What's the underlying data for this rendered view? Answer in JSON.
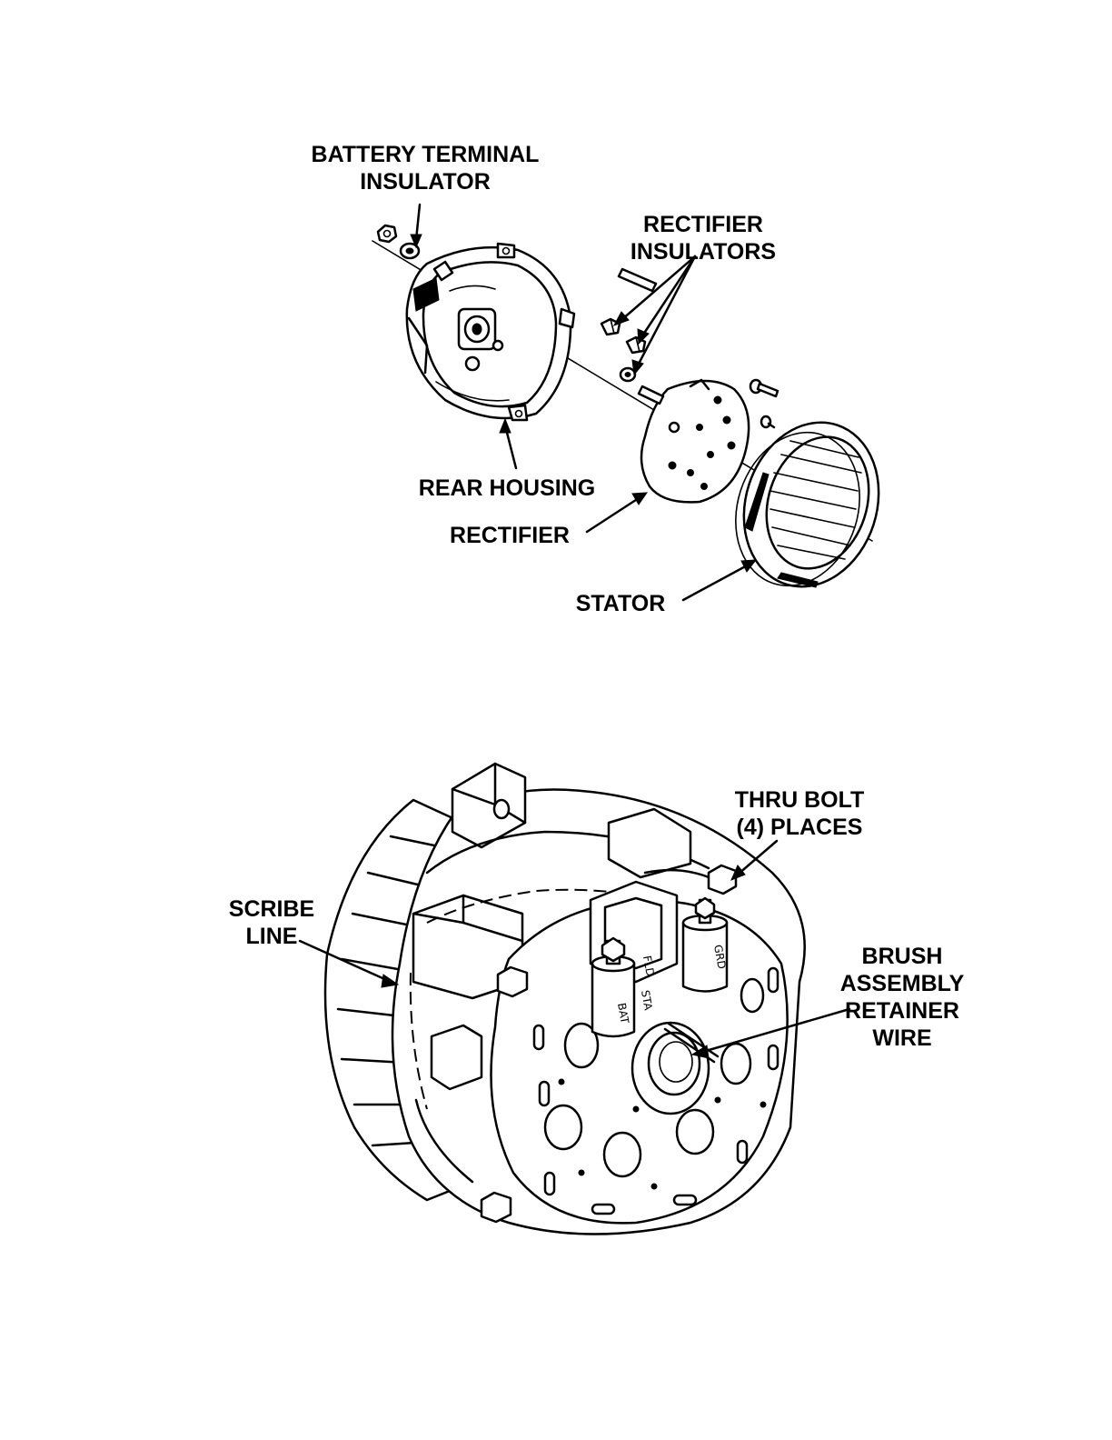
{
  "figure_top": {
    "labels": {
      "battery_terminal_insulator": [
        "BATTERY TERMINAL",
        "INSULATOR"
      ],
      "rectifier_insulators": [
        "RECTIFIER",
        "INSULATORS"
      ],
      "rear_housing": "REAR HOUSING",
      "rectifier": "RECTIFIER",
      "stator": "STATOR"
    }
  },
  "figure_bottom": {
    "labels": {
      "thru_bolt": [
        "THRU BOLT",
        "(4) PLACES"
      ],
      "scribe_line": [
        "SCRIBE",
        "LINE"
      ],
      "brush_assembly_retainer_wire": [
        "BRUSH",
        "ASSEMBLY",
        "RETAINER",
        "WIRE"
      ]
    },
    "terminal_marks": {
      "bat": "BAT",
      "fld": "FLD",
      "sta": "STA",
      "grd": "GRD"
    }
  },
  "colors": {
    "ink": "#000000",
    "paper": "#ffffff"
  }
}
